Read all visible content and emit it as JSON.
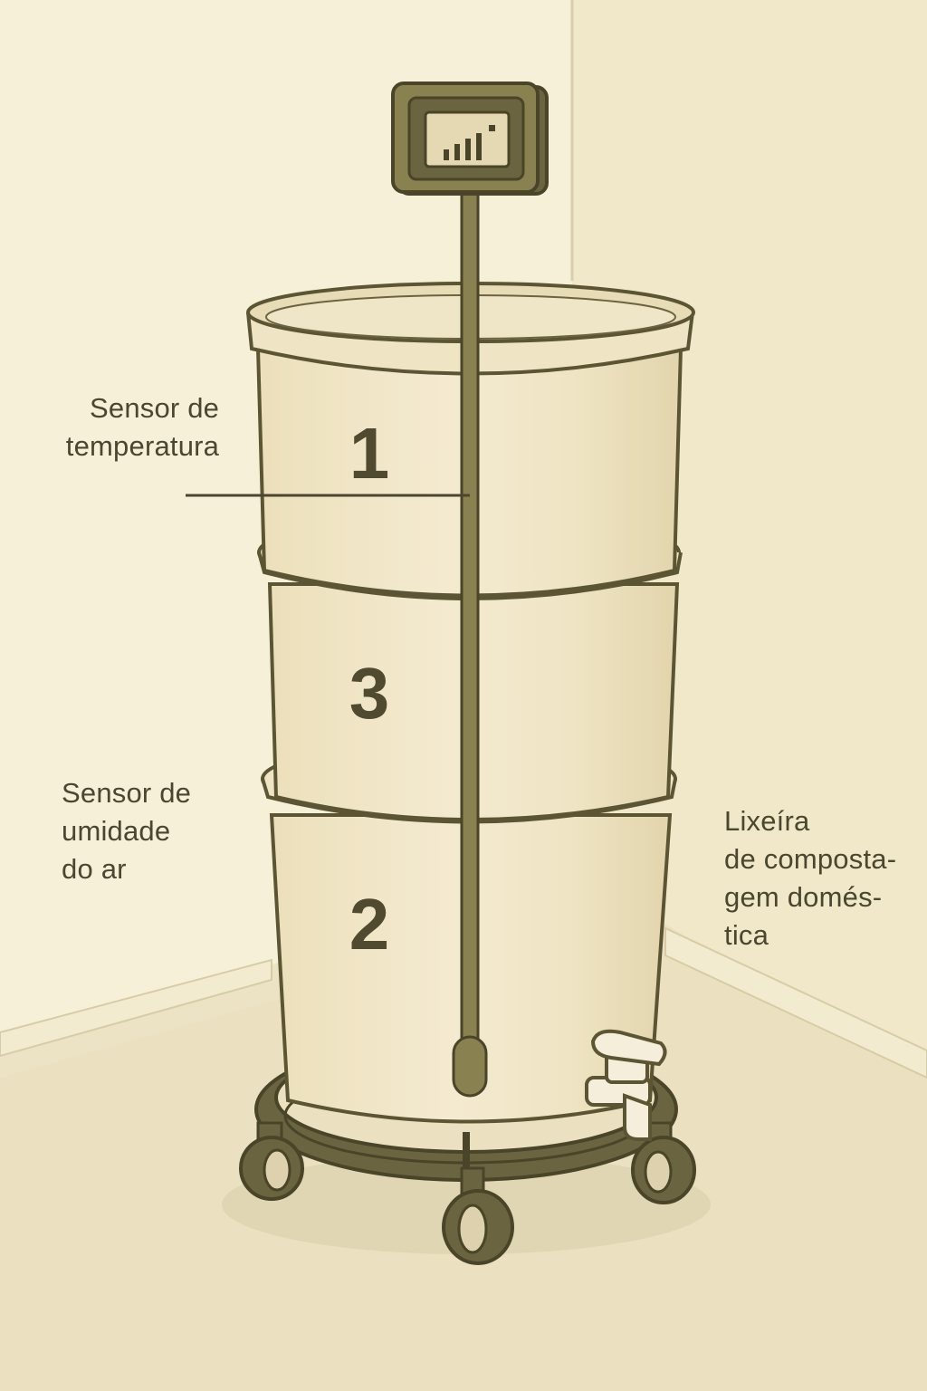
{
  "labels": {
    "temperature_sensor": [
      "Sensor de",
      "temperatura"
    ],
    "humidity_sensor": [
      "Sensor de",
      "umidade",
      "do ar"
    ],
    "compost_bin": [
      "Lixeíra",
      "de composta-",
      "gem domés-",
      "tica"
    ]
  },
  "tiers": {
    "top": "1",
    "middle": "3",
    "bottom": "2"
  },
  "colors": {
    "background": "#f6efd6",
    "outline": "#5b5534",
    "bucket_fill": "#f1e6c3",
    "text": "#4a4630"
  }
}
